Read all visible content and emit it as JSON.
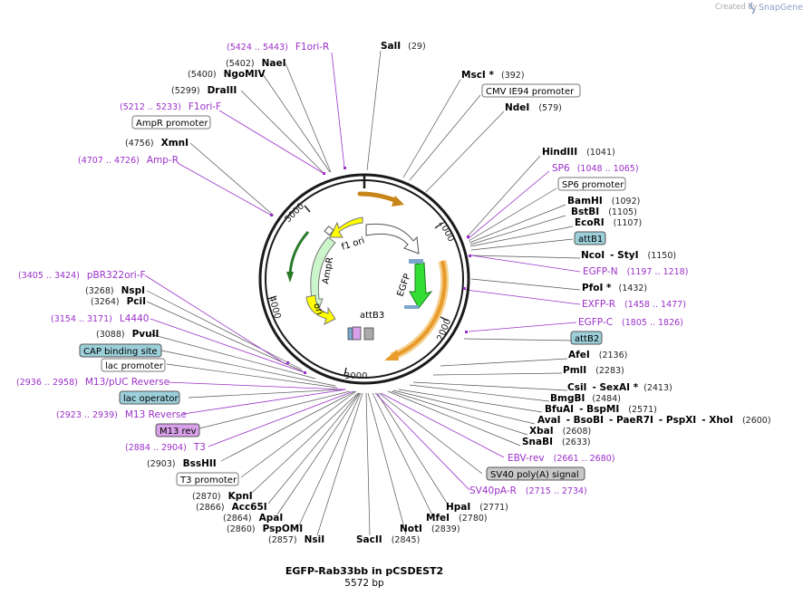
{
  "watermark": {
    "prefix": "Created by",
    "brand": "SnapGene"
  },
  "plasmid": {
    "name": "EGFP-Rab33bb in pCSDEST2",
    "length": "5572 bp"
  },
  "ticks": [
    "1000",
    "2000",
    "3000",
    "4000",
    "5000"
  ],
  "features": {
    "f1_ori": "f1 ori",
    "ampr": "AmpR",
    "ori": "ori",
    "egfp": "EGFP",
    "attb3": "attB3"
  },
  "sites": [
    {
      "name": "SalI",
      "pos": "(29)"
    },
    {
      "name": "MscI *",
      "pos": "(392)"
    },
    {
      "name": "NdeI",
      "pos": "(579)"
    },
    {
      "name": "HindIII",
      "pos": "(1041)"
    },
    {
      "name": "BamHI",
      "pos": "(1092)"
    },
    {
      "name": "BstBI",
      "pos": "(1105)"
    },
    {
      "name": "EcoRI",
      "pos": "(1107)"
    },
    {
      "name": "NcoI",
      "pos": ""
    },
    {
      "name": "- StyI",
      "pos": "(1150)"
    },
    {
      "name": "PfoI *",
      "pos": "(1432)"
    },
    {
      "name": "AfeI",
      "pos": "(2136)"
    },
    {
      "name": "PmlI",
      "pos": "(2283)"
    },
    {
      "name": "CsiI",
      "pos": ""
    },
    {
      "name": "- SexAI *",
      "pos": "(2413)"
    },
    {
      "name": "BmgBI",
      "pos": "(2484)"
    },
    {
      "name": "BfuAI",
      "pos": ""
    },
    {
      "name": "- BspMI",
      "pos": "(2571)"
    },
    {
      "name": "AvaI",
      "pos": ""
    },
    {
      "name": "- BsoBI",
      "pos": ""
    },
    {
      "name": "- PaeR7I",
      "pos": ""
    },
    {
      "name": "- PspXI",
      "pos": ""
    },
    {
      "name": "- XhoI",
      "pos": "(2600)"
    },
    {
      "name": "XbaI",
      "pos": "(2608)"
    },
    {
      "name": "SnaBI",
      "pos": "(2633)"
    },
    {
      "name": "HpaI",
      "pos": "(2771)"
    },
    {
      "name": "MfeI",
      "pos": "(2780)"
    },
    {
      "name": "NotI",
      "pos": "(2839)"
    },
    {
      "name": "SacII",
      "pos": "(2845)"
    },
    {
      "name": "NsiI",
      "pos": "(2857)"
    },
    {
      "name": "PspOMI",
      "pos": "(2860)"
    },
    {
      "name": "ApaI",
      "pos": "(2864)"
    },
    {
      "name": "Acc65I",
      "pos": "(2866)"
    },
    {
      "name": "KpnI",
      "pos": "(2870)"
    },
    {
      "name": "BssHII",
      "pos": "(2903)"
    },
    {
      "name": "PvuII",
      "pos": "(3088)"
    },
    {
      "name": "PciI",
      "pos": "(3264)"
    },
    {
      "name": "NspI",
      "pos": "(3268)"
    },
    {
      "name": "XmnI",
      "pos": "(4756)"
    },
    {
      "name": "DraIII",
      "pos": "(5299)"
    },
    {
      "name": "NgoMIV",
      "pos": "(5400)"
    },
    {
      "name": "NaeI",
      "pos": "(5402)"
    }
  ],
  "primers": [
    {
      "name": "F1ori-R",
      "pos": "(5424 .. 5443)"
    },
    {
      "name": "F1ori-F",
      "pos": "(5212 .. 5233)"
    },
    {
      "name": "Amp-R",
      "pos": "(4707 .. 4726)"
    },
    {
      "name": "SP6",
      "pos": "(1048 .. 1065)"
    },
    {
      "name": "EGFP-N",
      "pos": "(1197 .. 1218)"
    },
    {
      "name": "EXFP-R",
      "pos": "(1458 .. 1477)"
    },
    {
      "name": "EGFP-C",
      "pos": "(1805 .. 1826)"
    },
    {
      "name": "pBR322ori-F",
      "pos": "(3405 .. 3424)"
    },
    {
      "name": "L4440",
      "pos": "(3154 .. 3171)"
    },
    {
      "name": "M13/pUC Reverse",
      "pos": "(2936 .. 2958)"
    },
    {
      "name": "M13 Reverse",
      "pos": "(2923 .. 2939)"
    },
    {
      "name": "T3",
      "pos": "(2884 .. 2904)"
    },
    {
      "name": "EBV-rev",
      "pos": "(2661 .. 2680)"
    },
    {
      "name": "SV40pA-R",
      "pos": "(2715 .. 2734)"
    }
  ],
  "boxes": [
    {
      "label": "CMV IE94 promoter",
      "style": "white"
    },
    {
      "label": "AmpR promoter",
      "style": "white"
    },
    {
      "label": "SP6 promoter",
      "style": "white"
    },
    {
      "label": "attB1",
      "style": "teal"
    },
    {
      "label": "attB2",
      "style": "teal"
    },
    {
      "label": "CAP binding site",
      "style": "teal"
    },
    {
      "label": "lac promoter",
      "style": "white"
    },
    {
      "label": "lac operator",
      "style": "teal"
    },
    {
      "label": "M13 rev",
      "style": "purple"
    },
    {
      "label": "T3 promoter",
      "style": "white"
    },
    {
      "label": "SV40 poly(A) signal",
      "style": "gray"
    }
  ],
  "colors": {
    "backbone": "#1a1a1a",
    "primer": "#9b30c8",
    "yellow": "#ffff00",
    "green": "#33dd33",
    "lightgreen": "#ccf5cc",
    "orange": "#e89a2a",
    "teal": "#9ccfd9",
    "purpleBox": "#d8a0e8",
    "grayBox": "#c8c8c8"
  }
}
